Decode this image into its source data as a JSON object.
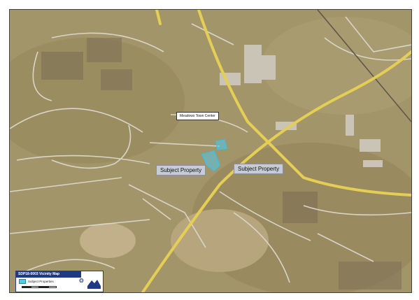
{
  "map": {
    "callout_label": "Meadows Town Center",
    "subject_labels": [
      "Subject Property",
      "Subject Property"
    ],
    "legend": {
      "title": "SDP18-0003 Vicinity Map",
      "key_label": "Subject Properties"
    },
    "colors": {
      "terrain": "#a3956a",
      "road": "#e4ce55",
      "minor_road": "#d8d6c8",
      "parcel_outline": "#3ec1e6",
      "legend_header": "#1f3a85"
    },
    "icons": [
      "north-arrow-icon",
      "town-logo-icon"
    ]
  }
}
